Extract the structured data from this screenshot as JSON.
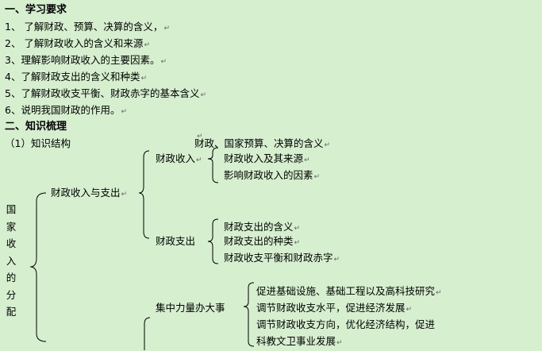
{
  "section1": {
    "heading": "一、学习要求",
    "items": [
      "1、 了解财政、预算、决算的含义，",
      "2、 了解财政收入的含义和来源",
      "3、理解影响财政收入的主要因素。",
      "4、了解财政支出的含义和种类",
      "5、了解财政收支平衡、财政赤字的基本含义",
      "6、说明我国财政的作用。"
    ]
  },
  "section2": {
    "heading": "二、知识梳理",
    "subheading": "（1）知识结构",
    "root_chars": [
      "国",
      "家",
      "收",
      "入",
      "的",
      "分",
      "配"
    ],
    "top_note": "财政、国家预算、决算的含义",
    "level1": "财政收入与支出",
    "revenue": {
      "label": "财政收入",
      "items": [
        "财政收入及其来源",
        "影响财政收入的因素"
      ]
    },
    "expenditure": {
      "label": "财政支出",
      "items": [
        "财政支出的含义",
        "财政支出的种类",
        "财政收支平衡和财政赤字"
      ]
    },
    "big_things": {
      "label": "集中力量办大事",
      "items": [
        "促进基础设施、基础工程以及高科技研究",
        "调节财政收支水平，促进经济发展",
        "调节财政收支方向，优化经济结构，促进",
        "科教文卫事业发展"
      ]
    }
  }
}
